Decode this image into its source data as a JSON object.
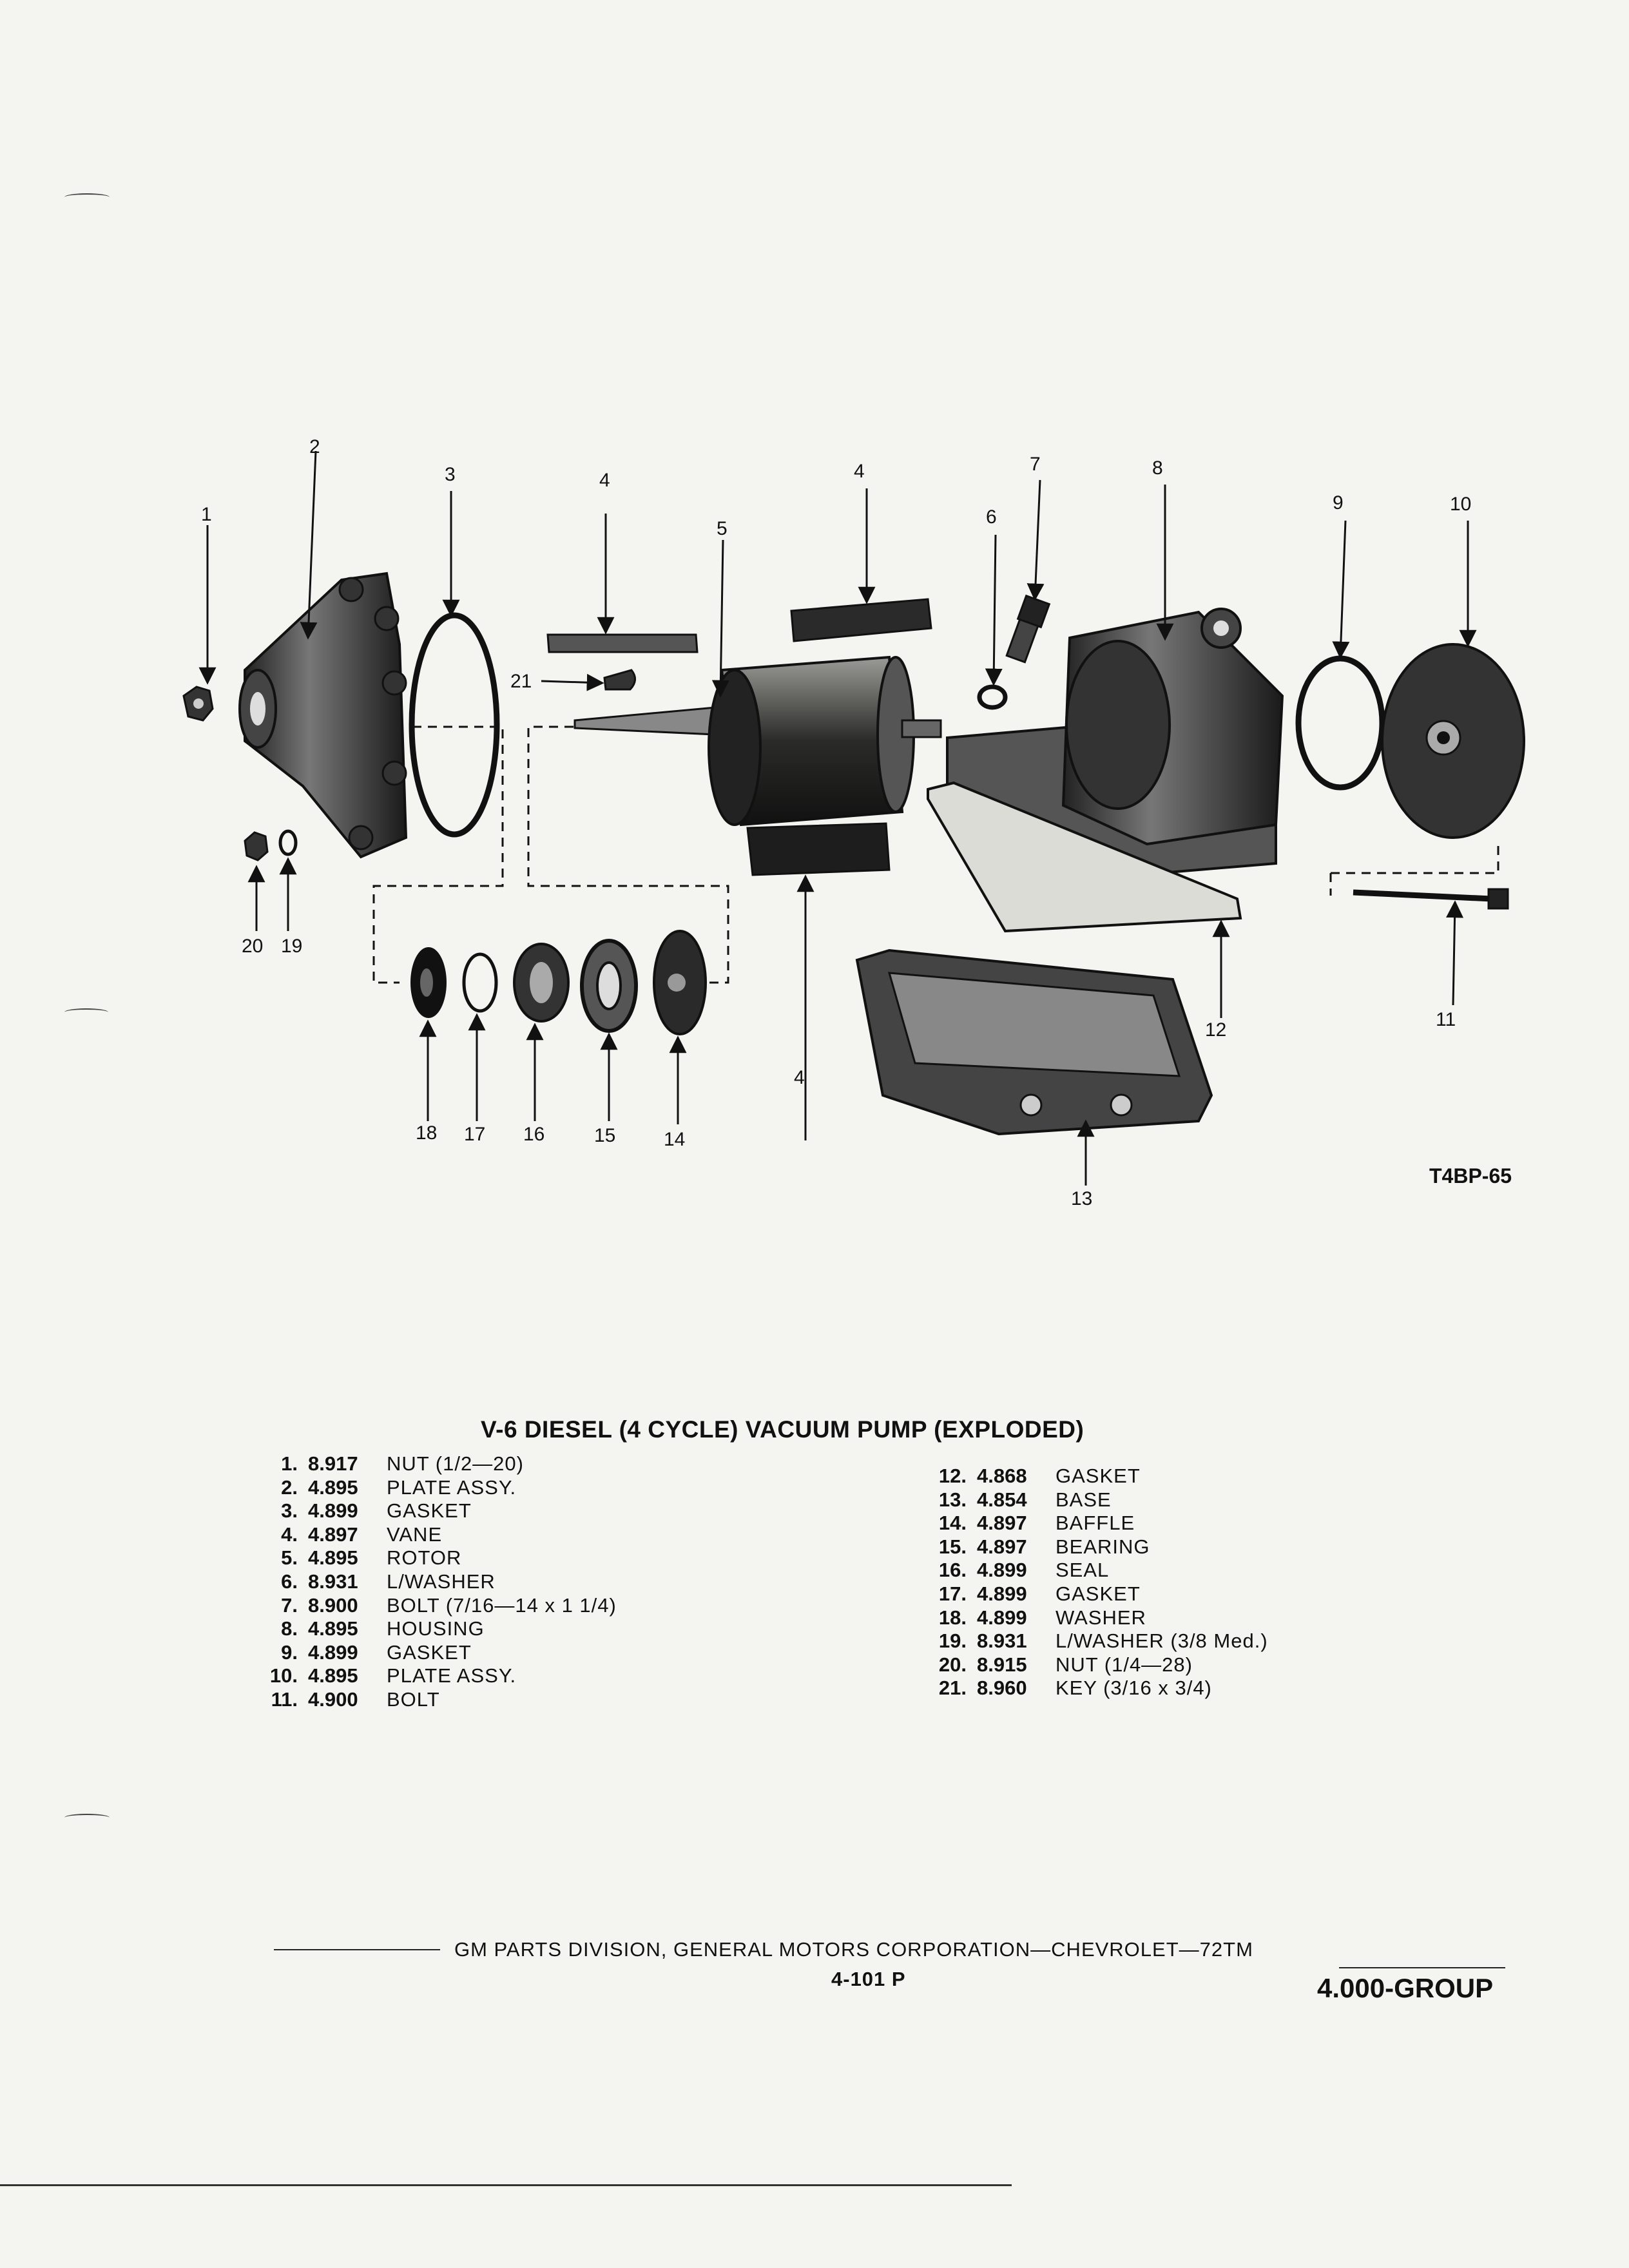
{
  "diagram": {
    "reference_code": "T4BP-65",
    "callouts": [
      {
        "id": "1",
        "label": "1"
      },
      {
        "id": "2",
        "label": "2"
      },
      {
        "id": "3",
        "label": "3"
      },
      {
        "id": "4a",
        "label": "4"
      },
      {
        "id": "4b",
        "label": "4"
      },
      {
        "id": "4c",
        "label": "4"
      },
      {
        "id": "5",
        "label": "5"
      },
      {
        "id": "6",
        "label": "6"
      },
      {
        "id": "7",
        "label": "7"
      },
      {
        "id": "8",
        "label": "8"
      },
      {
        "id": "9",
        "label": "9"
      },
      {
        "id": "10",
        "label": "10"
      },
      {
        "id": "11",
        "label": "11"
      },
      {
        "id": "12",
        "label": "12"
      },
      {
        "id": "13",
        "label": "13"
      },
      {
        "id": "14",
        "label": "14"
      },
      {
        "id": "15",
        "label": "15"
      },
      {
        "id": "16",
        "label": "16"
      },
      {
        "id": "17",
        "label": "17"
      },
      {
        "id": "18",
        "label": "18"
      },
      {
        "id": "19",
        "label": "19"
      },
      {
        "id": "20",
        "label": "20"
      },
      {
        "id": "21",
        "label": "21"
      }
    ]
  },
  "caption": "V-6 DIESEL (4 CYCLE) VACUUM PUMP (EXPLODED)",
  "parts_left": [
    {
      "num": "1.",
      "code": "8.917",
      "desc": "NUT (1/2—20)"
    },
    {
      "num": "2.",
      "code": "4.895",
      "desc": "PLATE ASSY."
    },
    {
      "num": "3.",
      "code": "4.899",
      "desc": "GASKET"
    },
    {
      "num": "4.",
      "code": "4.897",
      "desc": "VANE"
    },
    {
      "num": "5.",
      "code": "4.895",
      "desc": "ROTOR"
    },
    {
      "num": "6.",
      "code": "8.931",
      "desc": "L/WASHER"
    },
    {
      "num": "7.",
      "code": "8.900",
      "desc": "BOLT (7/16—14 x 1 1/4)"
    },
    {
      "num": "8.",
      "code": "4.895",
      "desc": "HOUSING"
    },
    {
      "num": "9.",
      "code": "4.899",
      "desc": "GASKET"
    },
    {
      "num": "10.",
      "code": "4.895",
      "desc": "PLATE ASSY."
    },
    {
      "num": "11.",
      "code": "4.900",
      "desc": "BOLT"
    }
  ],
  "parts_right": [
    {
      "num": "12.",
      "code": "4.868",
      "desc": "GASKET"
    },
    {
      "num": "13.",
      "code": "4.854",
      "desc": "BASE"
    },
    {
      "num": "14.",
      "code": "4.897",
      "desc": "BAFFLE"
    },
    {
      "num": "15.",
      "code": "4.897",
      "desc": "BEARING"
    },
    {
      "num": "16.",
      "code": "4.899",
      "desc": "SEAL"
    },
    {
      "num": "17.",
      "code": "4.899",
      "desc": "GASKET"
    },
    {
      "num": "18.",
      "code": "4.899",
      "desc": "WASHER"
    },
    {
      "num": "19.",
      "code": "8.931",
      "desc": "L/WASHER (3/8 Med.)"
    },
    {
      "num": "20.",
      "code": "8.915",
      "desc": "NUT (1/4—28)"
    },
    {
      "num": "21.",
      "code": "8.960",
      "desc": "KEY (3/16 x 3/4)"
    }
  ],
  "footer": {
    "publisher": "GM PARTS DIVISION, GENERAL MOTORS CORPORATION—CHEVROLET—72TM",
    "page": "4-101 P",
    "group": "4.000-GROUP"
  }
}
